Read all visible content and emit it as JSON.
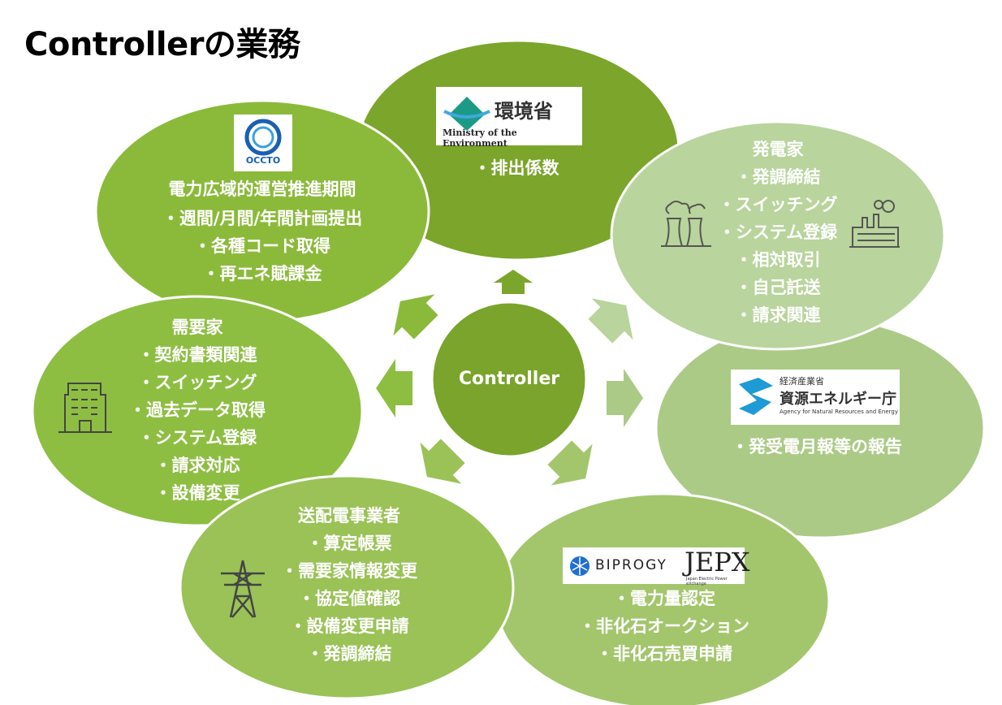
{
  "title": "Controllerの業務",
  "center": {
    "label": "Controller"
  },
  "colors": {
    "center": "#7aa42c",
    "moe": "#7ba52b",
    "occto": "#8bba3b",
    "generator": "#b9d49c",
    "anre": "#abca86",
    "jepx": "#a3c66d",
    "tso": "#9ac257",
    "consumer": "#8dbe42"
  },
  "moe": {
    "logo_text": "環境省",
    "logo_sub": "Ministry of the Environment",
    "items": [
      "・排出係数"
    ]
  },
  "occto": {
    "logo_text": "OCCTO",
    "heading": "電力広域的運営推進期間",
    "items": [
      "・週間/月間/年間計画提出",
      "・各種コード取得",
      "・再エネ賦課金"
    ]
  },
  "generator": {
    "heading": "発電家",
    "items": [
      "・発調締結",
      "・スイッチング",
      "・システム登録",
      "・相対取引",
      "・自己託送",
      "・請求関連"
    ]
  },
  "anre": {
    "logo_top": "経済産業省",
    "logo_main": "資源エネルギー庁",
    "logo_sub": "Agency for Natural Resources and Energy",
    "items": [
      "・発受電月報等の報告"
    ]
  },
  "jepx": {
    "logo_biprogy": "BIPROGY",
    "logo_jepx": "JEPX",
    "logo_sub": "Japan Electric Power eXchange",
    "items": [
      "・電力量認定",
      "・非化石オークション",
      "・非化石売買申請"
    ]
  },
  "tso": {
    "heading": "送配電事業者",
    "items": [
      "・算定帳票",
      "・需要家情報変更",
      "・協定値確認",
      "・設備変更申請",
      "・発調締結"
    ]
  },
  "consumer": {
    "heading": "需要家",
    "items": [
      "・契約書類関連",
      "・スイッチング",
      "・過去データ取得",
      "・システム登録",
      "・請求対応",
      "・設備変更"
    ]
  }
}
